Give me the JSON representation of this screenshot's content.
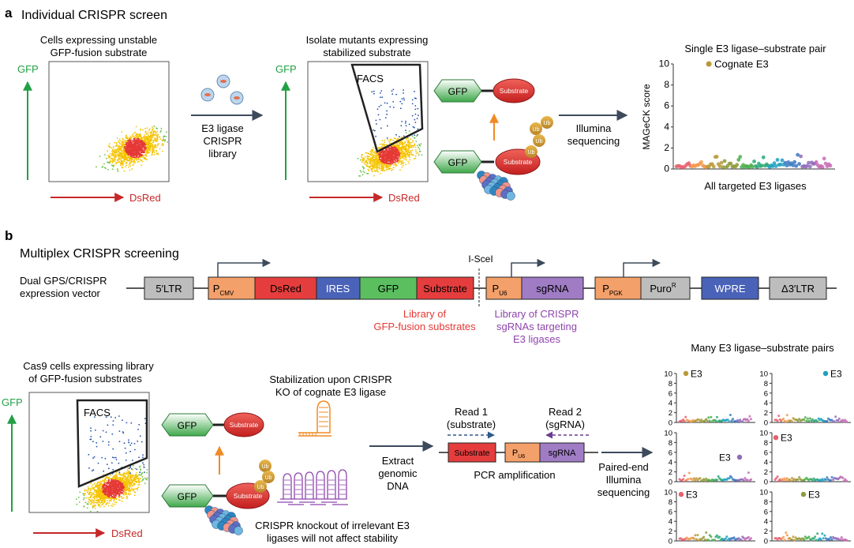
{
  "panel_a": {
    "label": "a",
    "title": "Individual CRISPR screen",
    "plot1_caption": [
      "Cells expressing unstable",
      "GFP-fusion substrate"
    ],
    "plot2_caption": [
      "Isolate mutants expressing",
      "stabilized substrate"
    ],
    "axis_gfp": "GFP",
    "axis_dsred": "DsRed",
    "arrow_label": [
      "E3 ligase",
      "CRISPR",
      "library"
    ],
    "facs": "FACS",
    "gfp_label": "GFP",
    "substrate_label": "Substrate",
    "ub_label": "Ub",
    "sequencing_label": [
      "Illumina",
      "sequencing"
    ],
    "chart_caption": "Single E3 ligase–substrate pair",
    "chart_ylabel": "MAGeCK score",
    "chart_xlabel": "All targeted E3 ligases",
    "chart_annotation": "Cognate E3"
  },
  "panel_b": {
    "label": "b",
    "title": "Multiplex CRISPR screening",
    "vector_label": [
      "Dual GPS/CRISPR",
      "expression vector"
    ],
    "vector_elements": {
      "ltr5": "5′LTR",
      "pcmv": "P",
      "pcmv_sub": "CMV",
      "dsred": "DsRed",
      "ires": "IRES",
      "gfp": "GFP",
      "substrate": "Substrate",
      "pu6": "P",
      "pu6_sub": "U6",
      "sgrna": "sgRNA",
      "ppgk": "P",
      "ppgk_sub": "PGK",
      "puro": "Puro",
      "puro_sup": "R",
      "wpre": "WPRE",
      "ltr3": "Δ3′LTR"
    },
    "isce": "I-SceI",
    "library_substrates": [
      "Library of",
      "GFP-fusion substrates"
    ],
    "library_sgrnas": [
      "Library of CRISPR",
      "sgRNAs targeting",
      "E3 ligases"
    ],
    "cells_caption": [
      "Cas9 cells expressing library",
      "of GFP-fusion substrates"
    ],
    "axis_gfp": "GFP",
    "axis_dsred": "DsRed",
    "facs": "FACS",
    "stabilization_caption": [
      "Stabilization upon CRISPR",
      "KO of cognate E3 ligase"
    ],
    "gfp_label": "GFP",
    "substrate_label": "Substrate",
    "ub_label": "Ub",
    "knockout_caption": [
      "CRISPR knockout of irrelevant E3",
      "ligases will not affect stability"
    ],
    "extract_label": [
      "Extract",
      "genomic",
      "DNA"
    ],
    "read1": [
      "Read 1",
      "(substrate)"
    ],
    "read2": [
      "Read 2",
      "(sgRNA)"
    ],
    "amplicon": {
      "substrate": "Substrate",
      "pu6": "P",
      "pu6_sub": "U6",
      "sgrna": "sgRNA"
    },
    "pcr_label": "PCR amplification",
    "paired_end_label": [
      "Paired-end",
      "Illumina",
      "sequencing"
    ],
    "many_pairs_caption": "Many E3 ligase–substrate pairs",
    "mini_charts": [
      {
        "label": "E3",
        "hit_color": "#b99a3a",
        "hit_x": 0.12,
        "hit_y": 10
      },
      {
        "label": "E3",
        "hit_color": "#1f9fbf",
        "hit_x": 0.68,
        "hit_y": 10
      },
      {
        "label": "E3",
        "hit_color": "#8f6bb8",
        "hit_x": 0.8,
        "hit_y": 5
      },
      {
        "label": "E3",
        "hit_color": "#e8606e",
        "hit_x": 0.05,
        "hit_y": 9
      },
      {
        "label": "E3",
        "hit_color": "#e8606e",
        "hit_x": 0.06,
        "hit_y": 9.5
      },
      {
        "label": "E3",
        "hit_color": "#8f9a3a",
        "hit_x": 0.4,
        "hit_y": 9.5
      }
    ]
  },
  "chart_data": [
    {
      "type": "scatter",
      "title": "Single E3 ligase–substrate pair",
      "xlabel": "All targeted E3 ligases",
      "ylabel": "MAGeCK score",
      "ylim": [
        0,
        10
      ],
      "yticks": [
        0,
        2,
        4,
        6,
        8,
        10
      ],
      "highlight": {
        "label": "Cognate E3",
        "y": 10
      },
      "background_range": [
        0,
        2.5
      ]
    }
  ],
  "colors": {
    "gfp_green": "#22a045",
    "dsred_red": "#c62828",
    "arrow_dark": "#3d4a5c",
    "orange_arrow": "#f08a24",
    "library_red": "#e53935",
    "library_purple": "#8e44ad",
    "vector_orange": "#f4a06a",
    "vector_red": "#e53d3d",
    "vector_blue": "#4a63b8",
    "vector_green": "#5bbf5f",
    "vector_purple": "#a07cc5",
    "vector_gray": "#bdbdbd"
  }
}
